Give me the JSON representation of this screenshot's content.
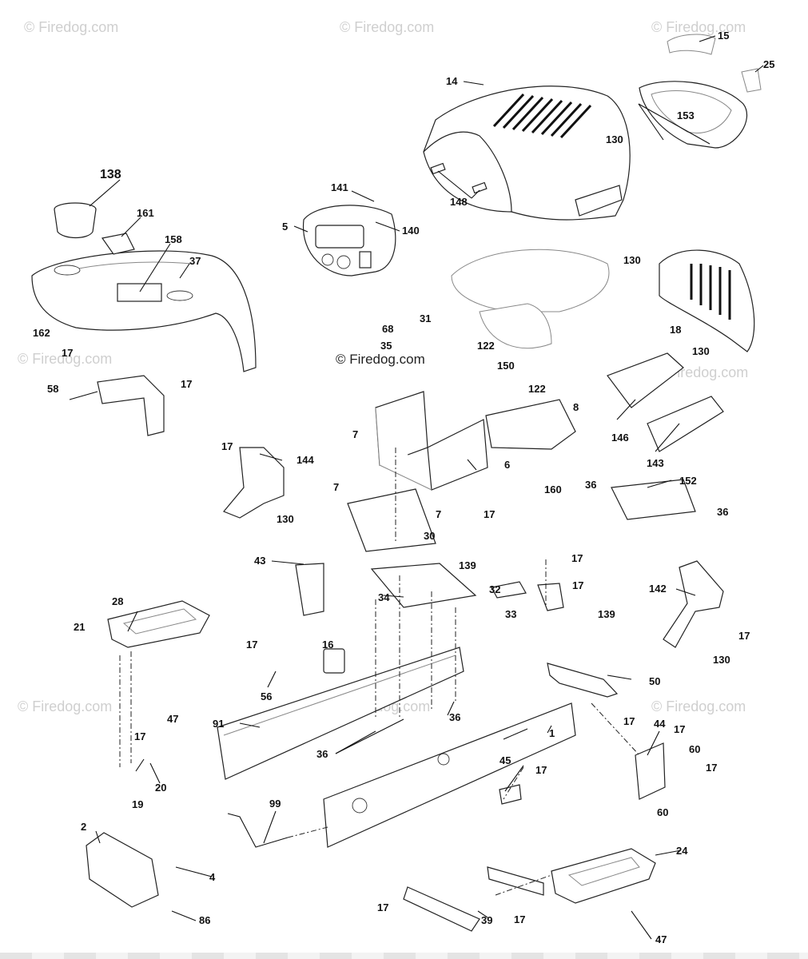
{
  "watermarks": {
    "text": "© Firedog.com",
    "center_text": "© Firedog.com"
  },
  "callouts": [
    {
      "id": "c15",
      "text": "15"
    },
    {
      "id": "c25",
      "text": "25"
    },
    {
      "id": "c14",
      "text": "14"
    },
    {
      "id": "c153",
      "text": "153"
    },
    {
      "id": "c130a",
      "text": "130"
    },
    {
      "id": "c138",
      "text": "138"
    },
    {
      "id": "c141",
      "text": "141"
    },
    {
      "id": "c148",
      "text": "148"
    },
    {
      "id": "c161",
      "text": "161"
    },
    {
      "id": "c5",
      "text": "5"
    },
    {
      "id": "c140",
      "text": "140"
    },
    {
      "id": "c158",
      "text": "158"
    },
    {
      "id": "c37",
      "text": "37"
    },
    {
      "id": "c130b",
      "text": "130"
    },
    {
      "id": "c68",
      "text": "68"
    },
    {
      "id": "c31",
      "text": "31"
    },
    {
      "id": "c35",
      "text": "35"
    },
    {
      "id": "c122a",
      "text": "122"
    },
    {
      "id": "c18",
      "text": "18"
    },
    {
      "id": "c162",
      "text": "162"
    },
    {
      "id": "c130c",
      "text": "130"
    },
    {
      "id": "c17a",
      "text": "17"
    },
    {
      "id": "c150",
      "text": "150"
    },
    {
      "id": "c17b",
      "text": "17"
    },
    {
      "id": "c122b",
      "text": "122"
    },
    {
      "id": "c58",
      "text": "58"
    },
    {
      "id": "c8",
      "text": "8"
    },
    {
      "id": "c7a",
      "text": "7"
    },
    {
      "id": "c146",
      "text": "146"
    },
    {
      "id": "c17c",
      "text": "17"
    },
    {
      "id": "c144",
      "text": "144"
    },
    {
      "id": "c6",
      "text": "6"
    },
    {
      "id": "c143",
      "text": "143"
    },
    {
      "id": "c7b",
      "text": "7"
    },
    {
      "id": "c160",
      "text": "160"
    },
    {
      "id": "c36a",
      "text": "36"
    },
    {
      "id": "c152",
      "text": "152"
    },
    {
      "id": "c17d",
      "text": "17"
    },
    {
      "id": "c36b",
      "text": "36"
    },
    {
      "id": "c7c",
      "text": "7"
    },
    {
      "id": "c130d",
      "text": "130"
    },
    {
      "id": "c30",
      "text": "30"
    },
    {
      "id": "c17e",
      "text": "17"
    },
    {
      "id": "c43",
      "text": "43"
    },
    {
      "id": "c139a",
      "text": "139"
    },
    {
      "id": "c17f",
      "text": "17"
    },
    {
      "id": "c32",
      "text": "32"
    },
    {
      "id": "c142",
      "text": "142"
    },
    {
      "id": "c34",
      "text": "34"
    },
    {
      "id": "c28",
      "text": "28"
    },
    {
      "id": "c33",
      "text": "33"
    },
    {
      "id": "c139b",
      "text": "139"
    },
    {
      "id": "c17g",
      "text": "17"
    },
    {
      "id": "c21",
      "text": "21"
    },
    {
      "id": "c17h",
      "text": "17"
    },
    {
      "id": "c16",
      "text": "16"
    },
    {
      "id": "c130e",
      "text": "130"
    },
    {
      "id": "c50",
      "text": "50"
    },
    {
      "id": "c56",
      "text": "56"
    },
    {
      "id": "c47a",
      "text": "47"
    },
    {
      "id": "c36c",
      "text": "36"
    },
    {
      "id": "c17i",
      "text": "17"
    },
    {
      "id": "c91",
      "text": "91"
    },
    {
      "id": "c44",
      "text": "44"
    },
    {
      "id": "c17j",
      "text": "17"
    },
    {
      "id": "c17k",
      "text": "17"
    },
    {
      "id": "c1",
      "text": "1"
    },
    {
      "id": "c36d",
      "text": "36"
    },
    {
      "id": "c60a",
      "text": "60"
    },
    {
      "id": "c45",
      "text": "45"
    },
    {
      "id": "c17l",
      "text": "17"
    },
    {
      "id": "c17m",
      "text": "17"
    },
    {
      "id": "c20",
      "text": "20"
    },
    {
      "id": "c19",
      "text": "19"
    },
    {
      "id": "c60b",
      "text": "60"
    },
    {
      "id": "c99",
      "text": "99"
    },
    {
      "id": "c2",
      "text": "2"
    },
    {
      "id": "c24",
      "text": "24"
    },
    {
      "id": "c4",
      "text": "4"
    },
    {
      "id": "c17n",
      "text": "17"
    },
    {
      "id": "c39",
      "text": "39"
    },
    {
      "id": "c17o",
      "text": "17"
    },
    {
      "id": "c86",
      "text": "86"
    },
    {
      "id": "c47b",
      "text": "47"
    }
  ]
}
